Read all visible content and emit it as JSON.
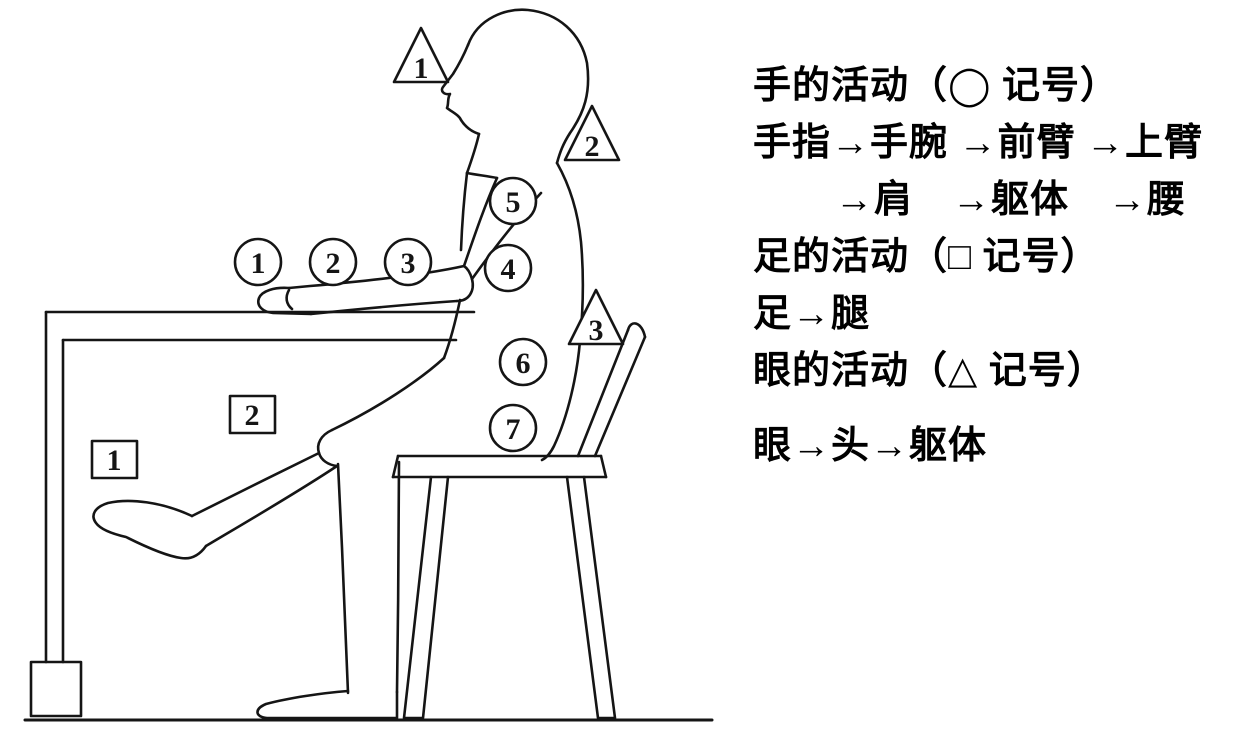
{
  "legend": {
    "lines": [
      "手的活动（◯ 记号）",
      "手指→手腕 →前臂 →上臂",
      "→肩　→躯体　→腰",
      "足的活动（□ 记号）",
      "足→腿",
      "眼的活动（△ 记号）",
      "眼→头→躯体"
    ]
  },
  "markers": {
    "circles": [
      "1",
      "2",
      "3",
      "4",
      "5",
      "6",
      "7"
    ],
    "squares": [
      "1",
      "2"
    ],
    "triangles": [
      "1",
      "2",
      "3"
    ]
  }
}
